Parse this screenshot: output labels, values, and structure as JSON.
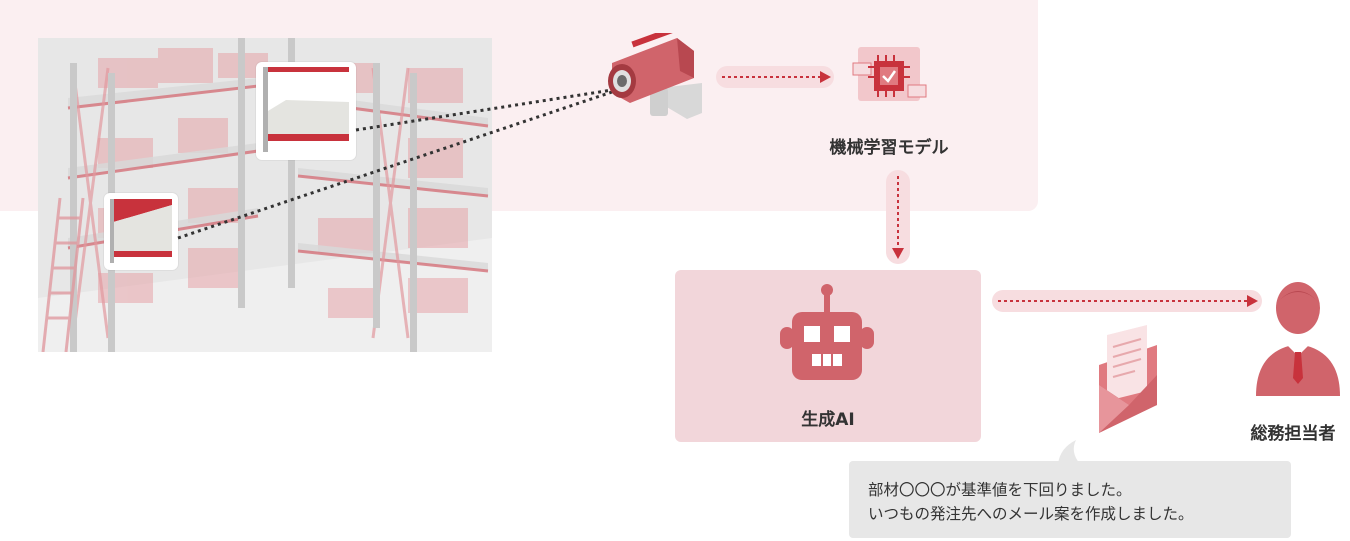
{
  "nodes": {
    "ml_model": "機械学習モデル",
    "generative_ai": "生成AI",
    "manager": "総務担当者"
  },
  "message": {
    "line1": "部材〇〇〇が基準値を下回りました。",
    "line2": "いつもの発注先へのメール案を作成しました。"
  },
  "colors": {
    "accent": "#c8323c",
    "accent_light": "#e07a80",
    "band_pink": "#fbeff1",
    "panel_pink": "#f2d6da",
    "bubble_gray": "#e7e7e7"
  },
  "icons": [
    "security-camera-icon",
    "ml-chip-icon",
    "robot-icon",
    "mail-icon",
    "business-person-icon"
  ]
}
